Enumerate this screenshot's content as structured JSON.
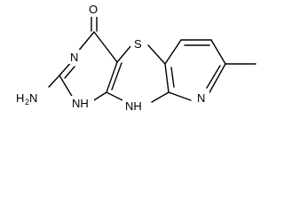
{
  "molecule": {
    "atoms": {
      "oxygen": "O",
      "sulfur": "S",
      "n_top": "N",
      "n_pyridine": "N",
      "nh_left": "NH",
      "nh_bridge": "NH",
      "amino": "H",
      "amino_n": "N",
      "amino_sub": "2"
    }
  }
}
